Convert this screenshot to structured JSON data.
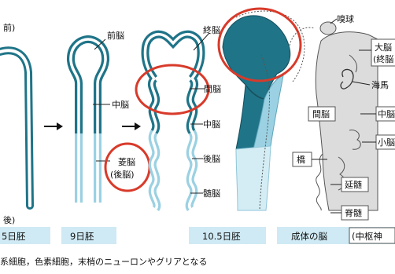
{
  "labels": {
    "corner_top_left": "前)",
    "corner_bottom_left": "後)",
    "nine_day_forebrain": "前脳",
    "nine_day_midbrain": "中脳",
    "nine_day_rhombencephalon": "菱脳",
    "nine_day_hindbrain_paren": "(後脳)",
    "telencephalon": "終脳",
    "diencephalon": "間脳",
    "midbrain": "中脳",
    "hindbrain": "後脳",
    "myelencephalon": "髄脳",
    "olfactory_bulb": "嗅球",
    "cerebrum_1": "大脳",
    "cerebrum_2": "(終脳",
    "hippocampus": "海馬",
    "adult_diencephalon": "間脳",
    "adult_midbrain": "中脳",
    "cerebellum": "小脳",
    "pons": "橋",
    "medulla": "延髄",
    "spinal_cord": "脊髄"
  },
  "stages": {
    "stage_1": "5日胚",
    "stage_2": "9日胚",
    "stage_3": "10.5日胚",
    "stage_4": "成体の脳",
    "stage_5": "(中枢神"
  },
  "caption": "系細胞，色素細胞，末梢のニューロンやグリアとなる",
  "colors": {
    "dark_teal": "#1f7488",
    "light_teal": "#9bd1e2",
    "pale_blue": "#d4edf5",
    "stage_band": "#cfeaf4",
    "highlight_red": "#d83a2a",
    "adult_brain_gray": "#dcdcdc"
  }
}
